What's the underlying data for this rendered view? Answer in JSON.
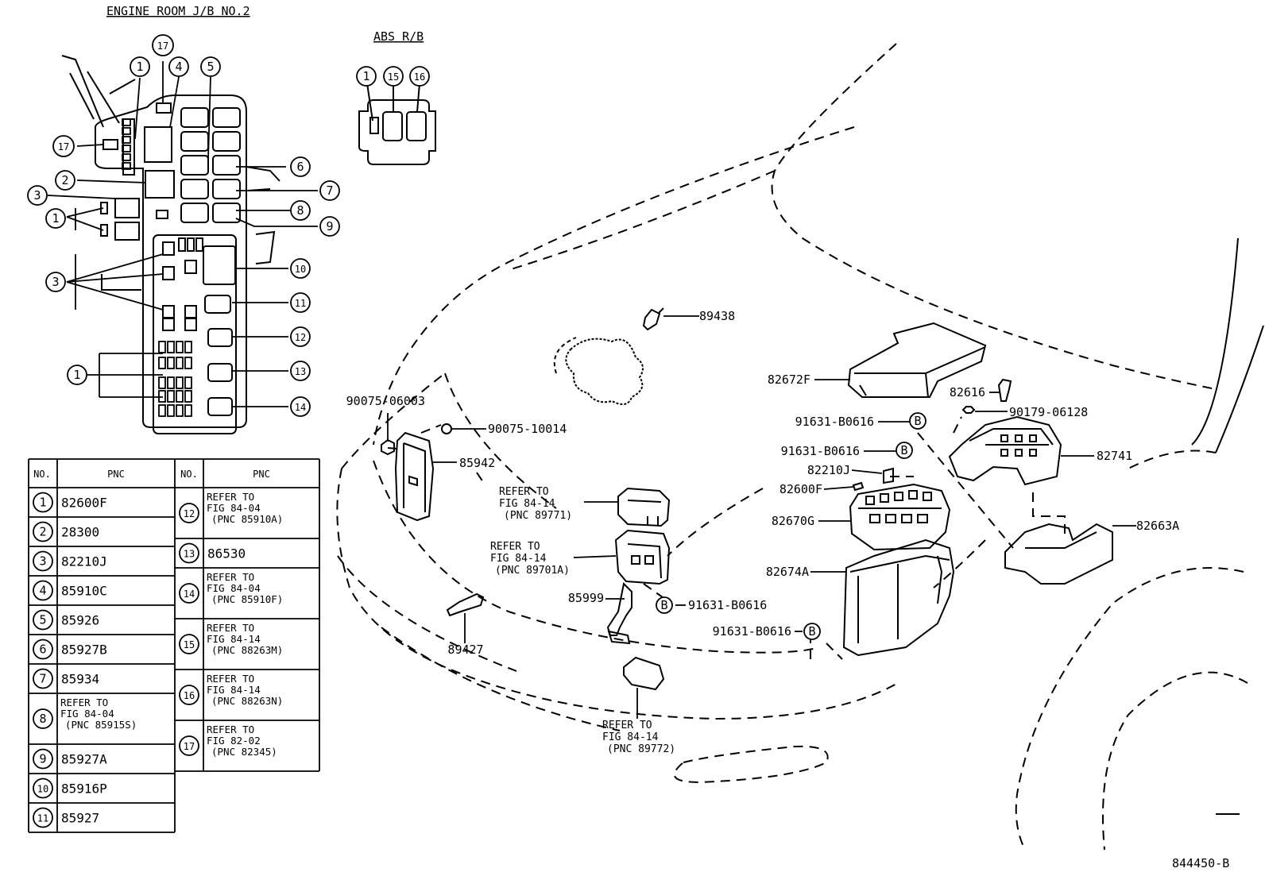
{
  "diagram": {
    "title": "ENGINE ROOM J/B NO.2",
    "abs_title": "ABS R/B",
    "figure_code": "844450-B",
    "jb_callouts": [
      "1",
      "17",
      "4",
      "5",
      "17",
      "2",
      "3",
      "1",
      "6",
      "7",
      "8",
      "9",
      "3",
      "10",
      "11",
      "12",
      "1",
      "13",
      "14"
    ],
    "abs_callouts": [
      "1",
      "15",
      "16"
    ],
    "parts": [
      {
        "pnc": "89438"
      },
      {
        "pnc": "82672F"
      },
      {
        "pnc": "82616"
      },
      {
        "pnc": "90179-06128"
      },
      {
        "pnc": "91631-B0616"
      },
      {
        "pnc": "91631-B0616"
      },
      {
        "pnc": "82741"
      },
      {
        "pnc": "82210J"
      },
      {
        "pnc": "82600F"
      },
      {
        "pnc": "82670G"
      },
      {
        "pnc": "82663A"
      },
      {
        "pnc": "82674A"
      },
      {
        "pnc": "91631-B0616"
      },
      {
        "pnc": "91631-B0616"
      },
      {
        "pnc": "90075-06003"
      },
      {
        "pnc": "90075-10014"
      },
      {
        "pnc": "85942"
      },
      {
        "pnc": "85999"
      },
      {
        "pnc": "89427"
      }
    ],
    "bolt_marker": "B",
    "refers": [
      {
        "lines": [
          "REFER TO",
          "FIG 84-14",
          "(PNC 89771)"
        ]
      },
      {
        "lines": [
          "REFER TO",
          "FIG 84-14",
          "(PNC 89701A)"
        ]
      },
      {
        "lines": [
          "REFER TO",
          "FIG 84-14",
          "(PNC 89772)"
        ]
      }
    ]
  },
  "table": {
    "headers": [
      "NO.",
      "PNC",
      "NO.",
      "PNC"
    ],
    "left_rows": [
      {
        "no": "1",
        "pnc": [
          "82600F"
        ]
      },
      {
        "no": "2",
        "pnc": [
          "28300"
        ]
      },
      {
        "no": "3",
        "pnc": [
          "82210J"
        ]
      },
      {
        "no": "4",
        "pnc": [
          "85910C"
        ]
      },
      {
        "no": "5",
        "pnc": [
          "85926"
        ]
      },
      {
        "no": "6",
        "pnc": [
          "85927B"
        ]
      },
      {
        "no": "7",
        "pnc": [
          "85934"
        ]
      },
      {
        "no": "8",
        "pnc": [
          "REFER TO",
          "FIG 84-04",
          "(PNC 85915S)"
        ]
      },
      {
        "no": "9",
        "pnc": [
          "85927A"
        ]
      },
      {
        "no": "10",
        "pnc": [
          "85916P"
        ]
      },
      {
        "no": "11",
        "pnc": [
          "85927"
        ]
      }
    ],
    "right_rows": [
      {
        "no": "12",
        "pnc": [
          "REFER TO",
          "FIG 84-04",
          "(PNC 85910A)"
        ]
      },
      {
        "no": "13",
        "pnc": [
          "86530"
        ]
      },
      {
        "no": "14",
        "pnc": [
          "REFER TO",
          "FIG 84-04",
          "(PNC 85910F)"
        ]
      },
      {
        "no": "15",
        "pnc": [
          "REFER TO",
          "FIG 84-14",
          "(PNC 88263M)"
        ]
      },
      {
        "no": "16",
        "pnc": [
          "REFER TO",
          "FIG 84-14",
          "(PNC 88263N)"
        ]
      },
      {
        "no": "17",
        "pnc": [
          "REFER TO",
          "FIG 82-02",
          "(PNC 82345)"
        ]
      }
    ]
  }
}
